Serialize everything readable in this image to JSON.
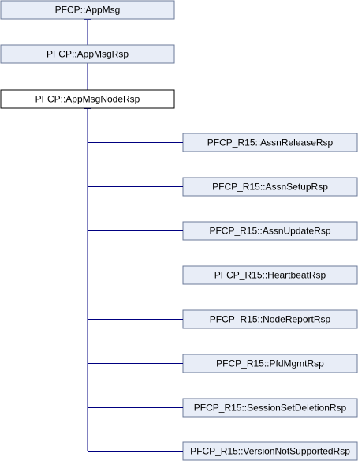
{
  "diagram": {
    "type": "class-inheritance",
    "colors": {
      "base_fill": "#e8edf7",
      "current_fill": "#ffffff",
      "border": "#6b7a9a",
      "current_border": "#000000",
      "edge": "#000080"
    },
    "bases": [
      {
        "id": "appmsg",
        "label": "PFCP::AppMsg"
      },
      {
        "id": "appmsgrsp",
        "label": "PFCP::AppMsgRsp"
      }
    ],
    "current": {
      "id": "appmsgnodersp",
      "label": "PFCP::AppMsgNodeRsp"
    },
    "derived": [
      {
        "id": "assnrelease",
        "label": "PFCP_R15::AssnReleaseRsp"
      },
      {
        "id": "assnsetup",
        "label": "PFCP_R15::AssnSetupRsp"
      },
      {
        "id": "assnupdate",
        "label": "PFCP_R15::AssnUpdateRsp"
      },
      {
        "id": "heartbeat",
        "label": "PFCP_R15::HeartbeatRsp"
      },
      {
        "id": "nodereport",
        "label": "PFCP_R15::NodeReportRsp"
      },
      {
        "id": "pfdmgmt",
        "label": "PFCP_R15::PfdMgmtRsp"
      },
      {
        "id": "sessionsetdeletion",
        "label": "PFCP_R15::SessionSetDeletionRsp"
      },
      {
        "id": "versionnotsupported",
        "label": "PFCP_R15::VersionNotSupportedRsp"
      }
    ]
  }
}
